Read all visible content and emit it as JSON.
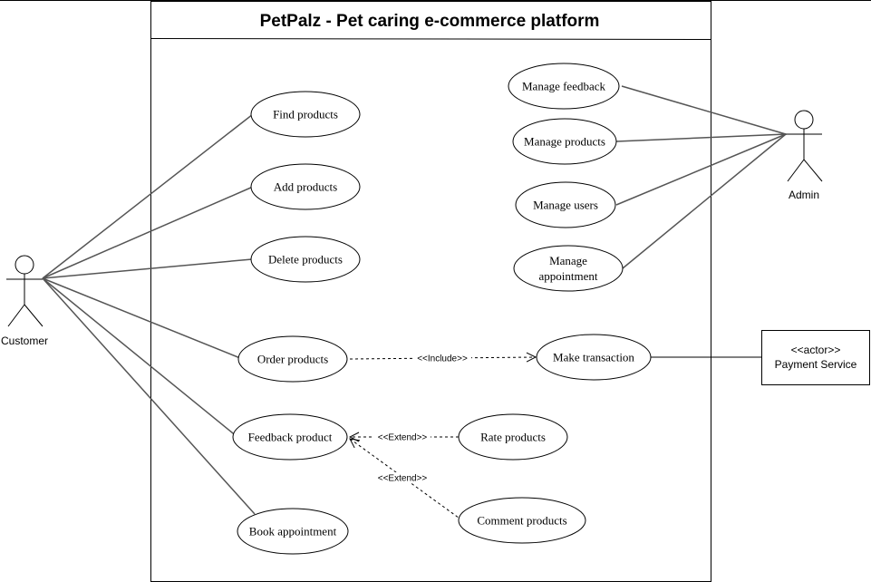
{
  "system": {
    "title": "PetPalz - Pet caring e-commerce platform"
  },
  "actors": {
    "customer": "Customer",
    "admin": "Admin"
  },
  "external_system": {
    "stereotype": "<<actor>>",
    "name": "Payment Service"
  },
  "use_cases": {
    "find_products": "Find products",
    "add_products": "Add products",
    "delete_products": "Delete products",
    "order_products": "Order products",
    "feedback_product": "Feedback product",
    "book_appointment": "Book appointment",
    "manage_feedback": "Manage feedback",
    "manage_products": "Manage products",
    "manage_users": "Manage users",
    "manage_appointment_line1": "Manage",
    "manage_appointment_line2": "appointment",
    "make_transaction": "Make transaction",
    "rate_products": "Rate products",
    "comment_products": "Comment products"
  },
  "relationships": {
    "include": "<<Include>>",
    "extend_rate": "<<Extend>>",
    "extend_comment": "<<Extend>>"
  }
}
